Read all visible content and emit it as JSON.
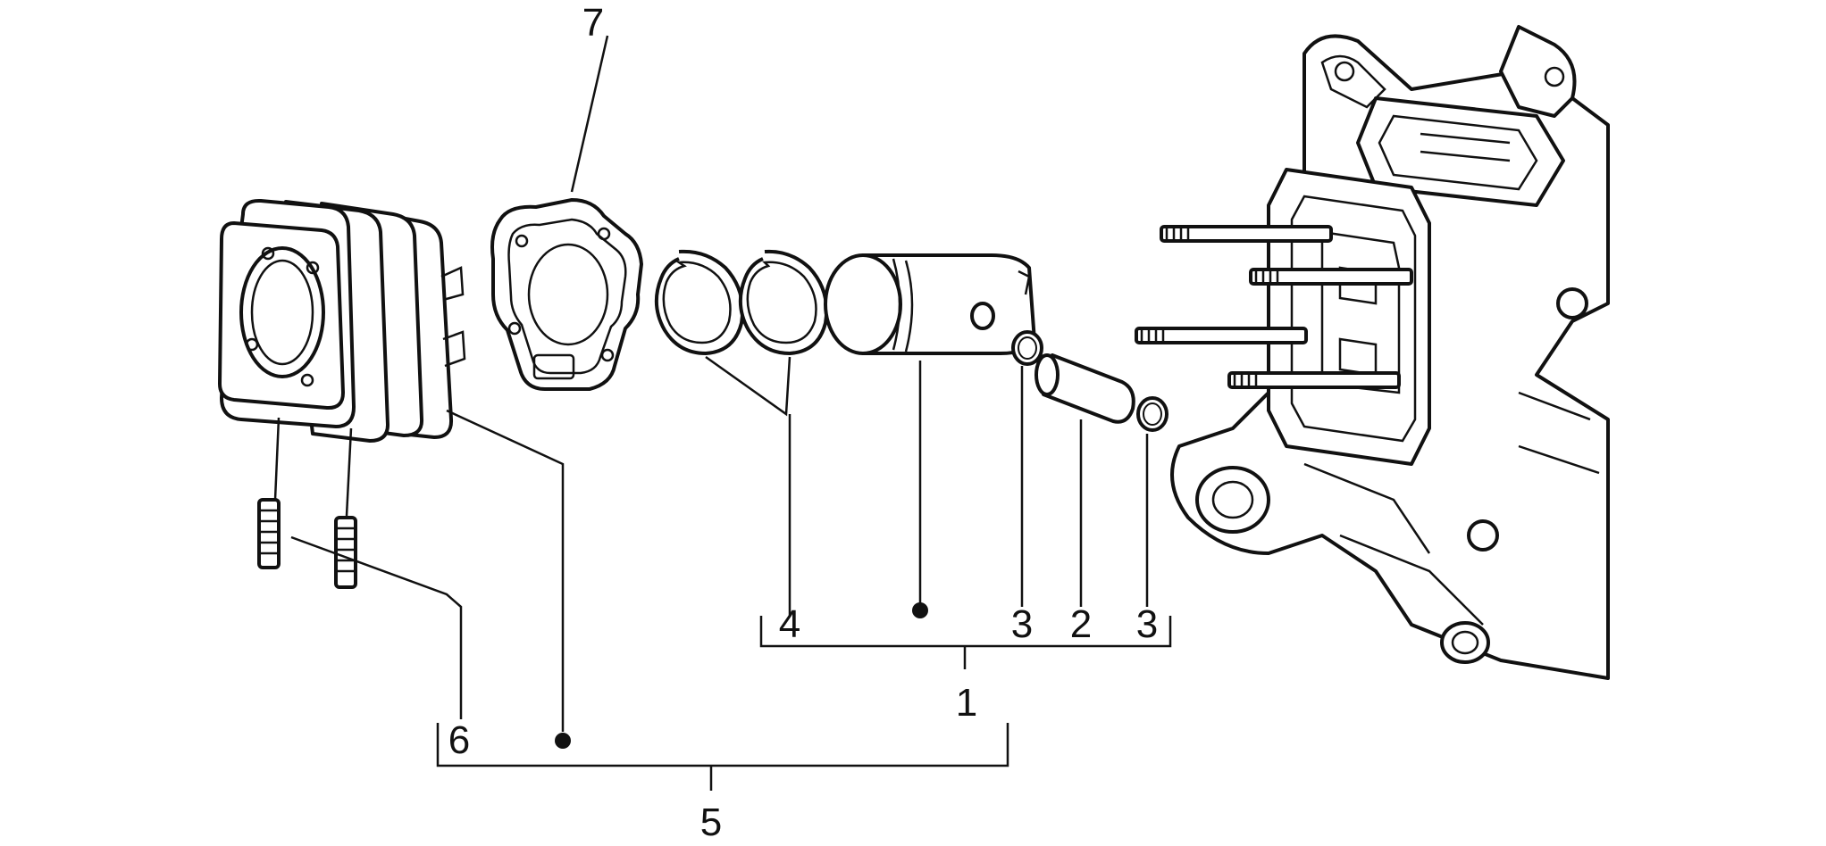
{
  "labels": {
    "piston_kit": "1",
    "piston_pin": "2",
    "circlip_left": "3",
    "circlip_right": "3",
    "piston_rings": "4",
    "cylinder_assembly": "5",
    "stud_bolts": "6",
    "base_gasket": "7"
  },
  "colors": {
    "line": "#111111",
    "background": "#ffffff"
  }
}
